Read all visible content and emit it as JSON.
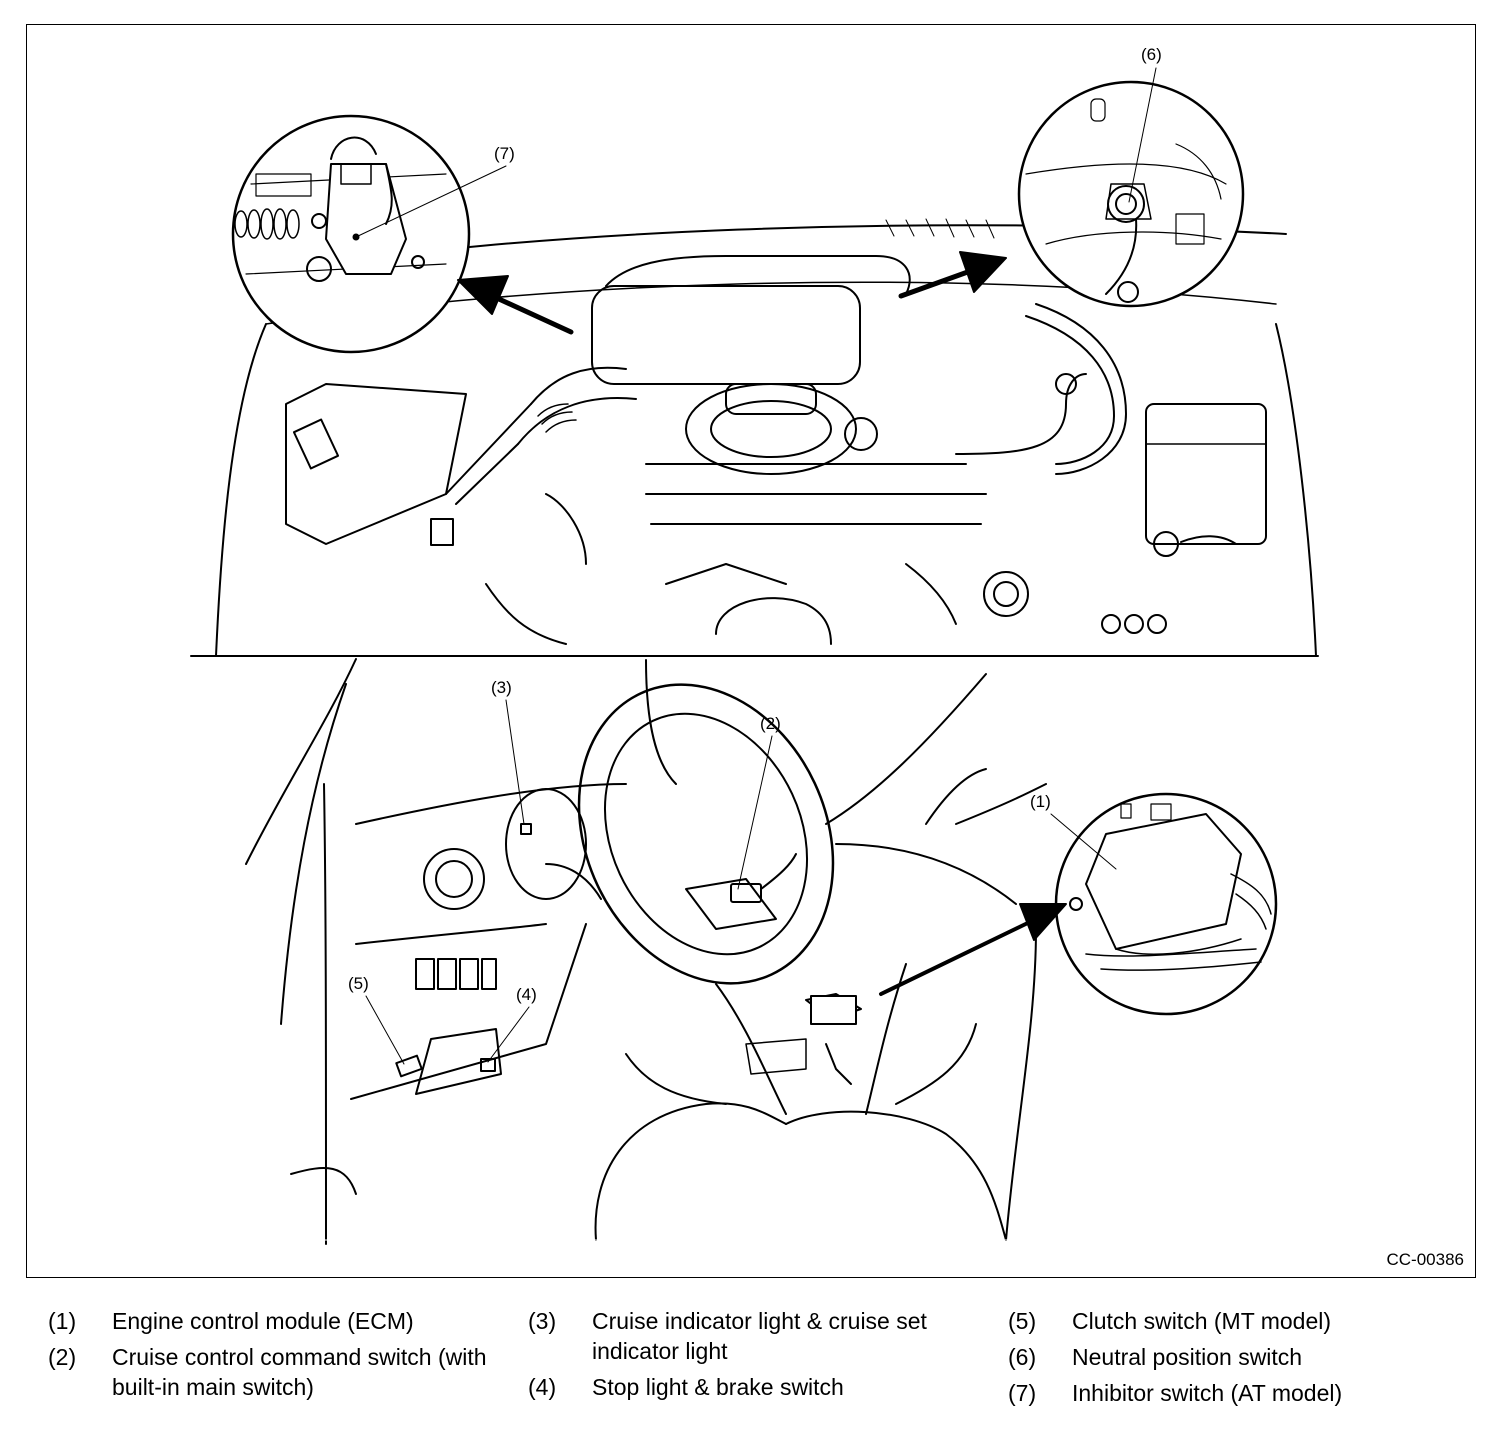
{
  "figure": {
    "id": "CC-00386",
    "callouts": [
      "(1)",
      "(2)",
      "(3)",
      "(4)",
      "(5)",
      "(6)",
      "(7)"
    ]
  },
  "legend": {
    "col1": [
      {
        "num": "(1)",
        "text": "Engine control module (ECM)"
      },
      {
        "num": "(2)",
        "text": "Cruise control command switch (with built-in main switch)"
      }
    ],
    "col2": [
      {
        "num": "(3)",
        "text": "Cruise indicator light & cruise set indicator light"
      },
      {
        "num": "(4)",
        "text": "Stop light & brake switch"
      }
    ],
    "col3": [
      {
        "num": "(5)",
        "text": "Clutch switch (MT model)"
      },
      {
        "num": "(6)",
        "text": "Neutral position switch"
      },
      {
        "num": "(7)",
        "text": "Inhibitor switch (AT model)"
      }
    ]
  }
}
